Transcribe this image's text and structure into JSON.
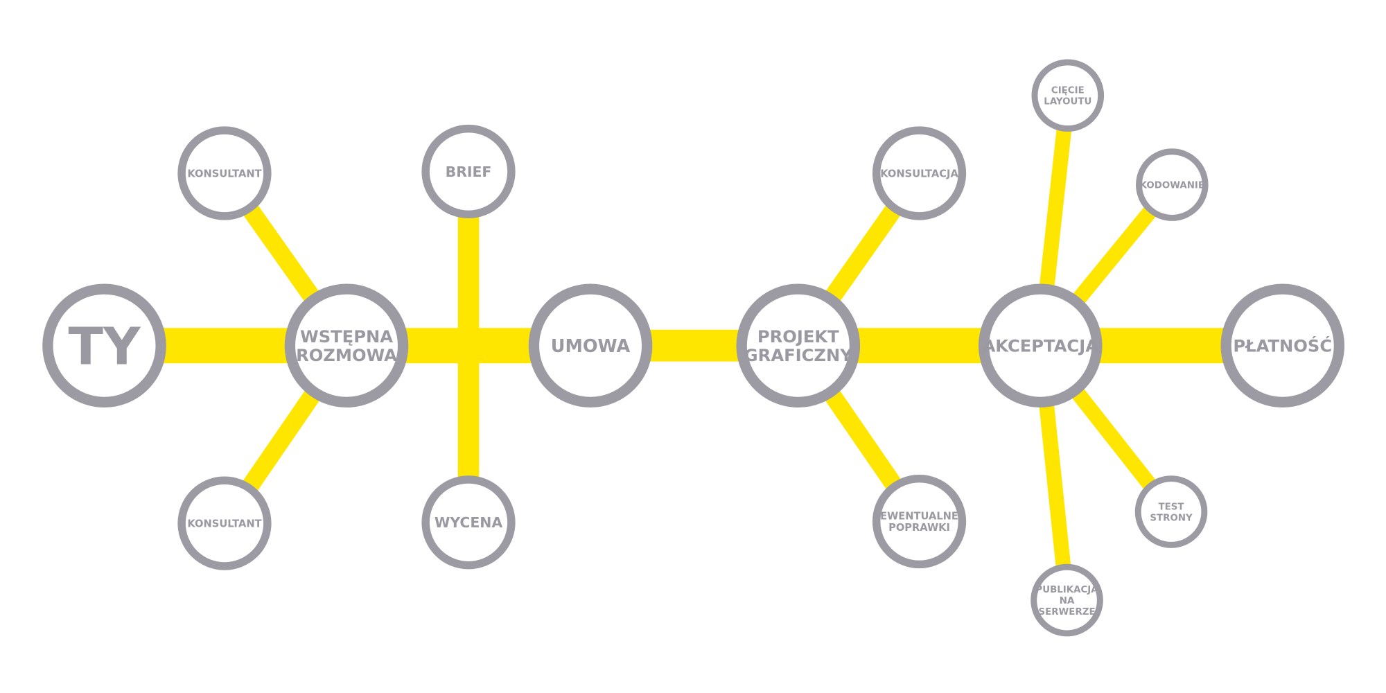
{
  "colors": {
    "connector": "#ffe600",
    "node_stroke": "#9c9ba3",
    "text": "#9a99a1",
    "background": "#ffffff"
  },
  "nodes": {
    "ty": [
      "TY"
    ],
    "wstepna_rozmowa": [
      "WSTĘPNA",
      "ROZMOWA"
    ],
    "umowa": [
      "UMOWA"
    ],
    "projekt_graficzny": [
      "PROJEKT",
      "GRAFICZNY"
    ],
    "akceptacja": [
      "AKCEPTACJA"
    ],
    "platnosc": [
      "PŁATNOŚĆ"
    ],
    "konsultant_top": [
      "KONSULTANT"
    ],
    "konsultant_bottom": [
      "KONSULTANT"
    ],
    "brief": [
      "BRIEF"
    ],
    "wycena": [
      "WYCENA"
    ],
    "konsultacja": [
      "KONSULTACJA"
    ],
    "ewentualne_poprawki": [
      "EWENTUALNE",
      "POPRAWKI"
    ],
    "ciecie_layoutu": [
      "CIĘCIE",
      "LAYOUTU"
    ],
    "kodowanie": [
      "KODOWANIE"
    ],
    "test_strony": [
      "TEST",
      "STRONY"
    ],
    "publikacja_na_serwerze": [
      "PUBLIKACJA",
      "NA",
      "SERWERZE"
    ]
  }
}
